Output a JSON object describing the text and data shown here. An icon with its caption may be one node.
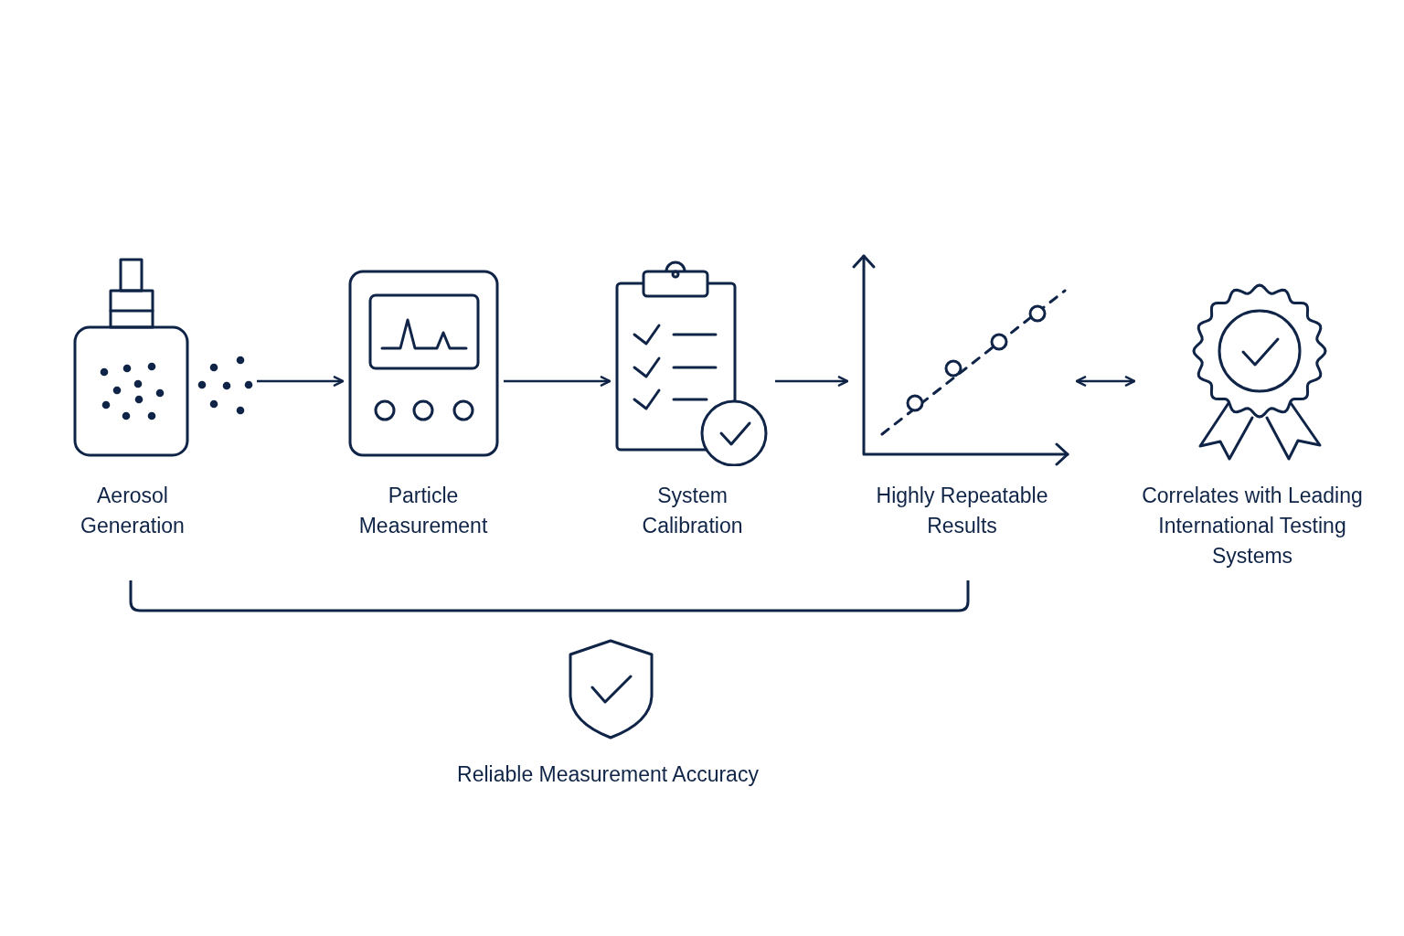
{
  "diagram": {
    "nodes": [
      {
        "text": [
          "Aerosol Generation"
        ]
      },
      {
        "text": [
          "Particle Measurement"
        ]
      },
      {
        "text": [
          "System Calibration"
        ]
      },
      {
        "text": [
          "Highly Repeatable Results"
        ]
      },
      {
        "text": [
          "Correlates with Leading International Testing Systems"
        ]
      },
      {
        "text": [
          "Reliable Measurement Accuracy"
        ]
      }
    ],
    "edges": [
      {
        "from": 0,
        "to": 1,
        "arrow": "to"
      },
      {
        "from": 1,
        "to": 2,
        "arrow": "to"
      },
      {
        "from": 2,
        "to": 3,
        "arrow": "to"
      },
      {
        "from": 3,
        "to": 4,
        "arrow": "both"
      }
    ]
  }
}
